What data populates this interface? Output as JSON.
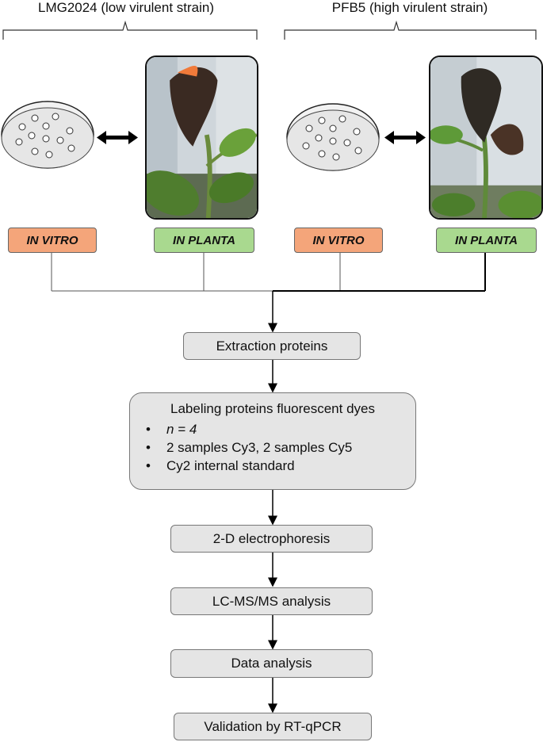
{
  "strains": [
    {
      "title": "LMG2024 (low virulent strain)",
      "tags": {
        "vitro": "IN VITRO",
        "planta": "IN PLANTA"
      }
    },
    {
      "title": "PFB5 (high virulent strain)",
      "tags": {
        "vitro": "IN VITRO",
        "planta": "IN PLANTA"
      }
    }
  ],
  "steps": {
    "extraction": "Extraction proteins",
    "labeling": {
      "title": "Labeling proteins fluorescent dyes",
      "bullets": [
        "n = 4",
        "2 samples Cy3, 2 samples Cy5",
        "Cy2 internal standard"
      ]
    },
    "electrophoresis": "2-D electrophoresis",
    "lcms": "LC-MS/MS analysis",
    "data_analysis": "Data analysis",
    "validation": "Validation by RT-qPCR"
  },
  "colors": {
    "in_vitro": "#f4a57a",
    "in_planta": "#a9d98f",
    "step_box": "#e5e5e5",
    "line": "#000000"
  }
}
